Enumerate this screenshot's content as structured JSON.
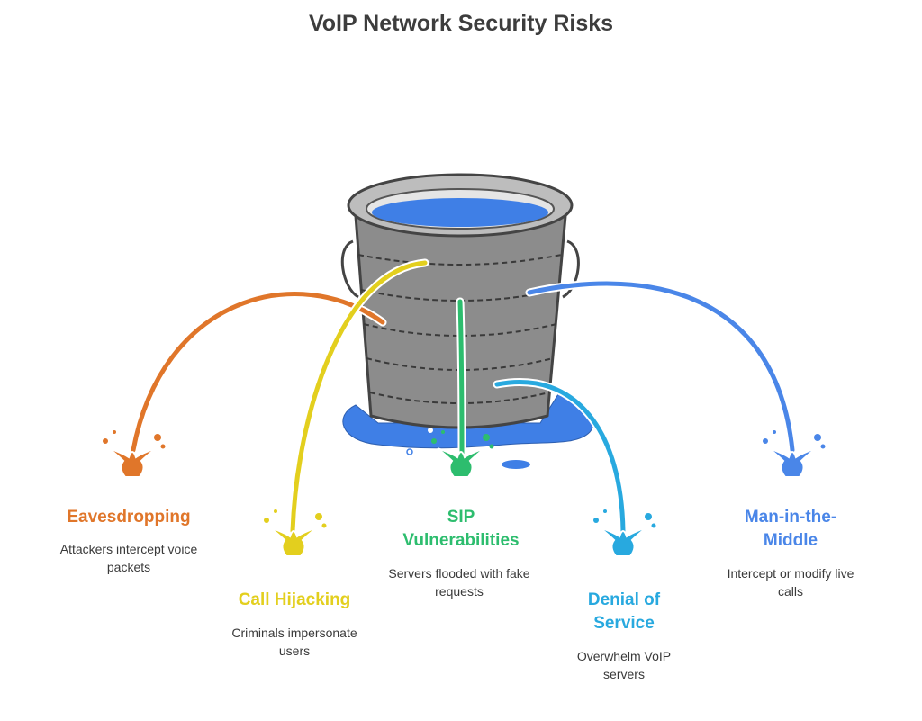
{
  "title": "VoIP Network Security Risks",
  "colors": {
    "bucket_body": "#8c8c8c",
    "bucket_outline": "#444444",
    "water": "#3f7fe6",
    "eavesdropping": "#e0762a",
    "call_hijacking": "#e3cf1e",
    "sip": "#2dbd6e",
    "dos": "#28a9df",
    "mitm": "#4a86e8"
  },
  "risks": [
    {
      "key": "eavesdropping",
      "title": "Eavesdropping",
      "description": "Attackers intercept voice packets"
    },
    {
      "key": "call_hijacking",
      "title": "Call Hijacking",
      "description": "Criminals impersonate users"
    },
    {
      "key": "sip",
      "title": "SIP Vulnerabilities",
      "description": "Servers flooded with fake requests"
    },
    {
      "key": "dos",
      "title": "Denial of Service",
      "description": "Overwhelm VoIP servers"
    },
    {
      "key": "mitm",
      "title": "Man-in-the-Middle",
      "description": "Intercept or modify live calls"
    }
  ]
}
